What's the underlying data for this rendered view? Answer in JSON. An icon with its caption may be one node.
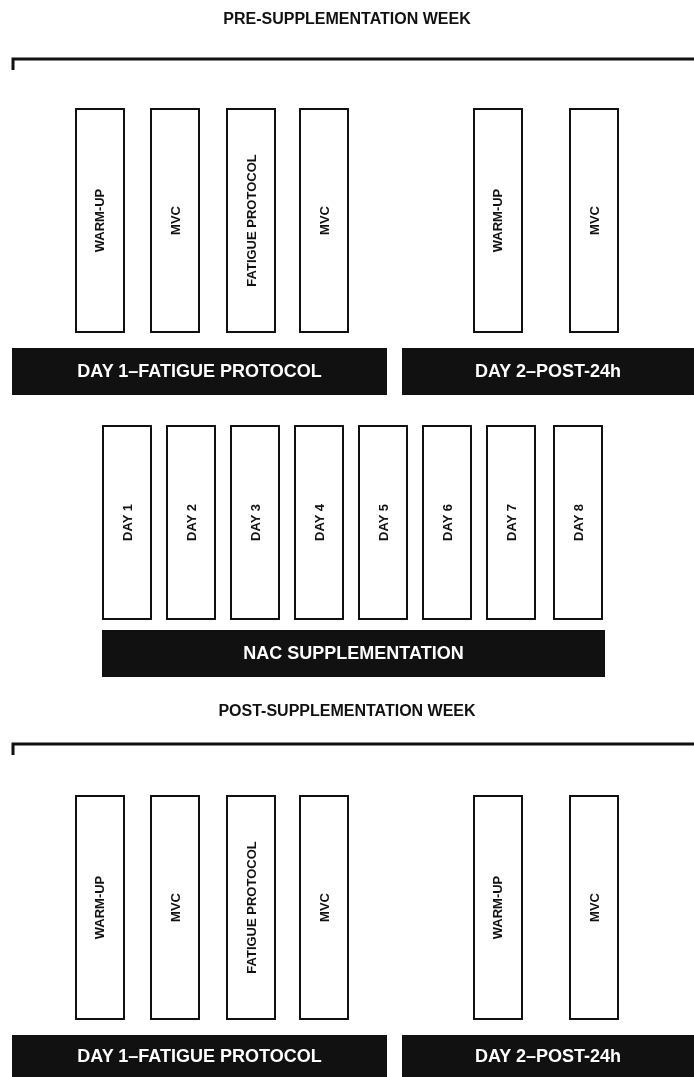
{
  "diagram": {
    "nodes": [
      {
        "text": [
          "WARM-UP"
        ]
      },
      {
        "text": [
          "MVC"
        ]
      },
      {
        "text": [
          "FATIGUE PROTOCOL"
        ]
      },
      {
        "text": [
          "MVC"
        ]
      },
      {
        "text": [
          "WARM-UP"
        ]
      },
      {
        "text": [
          "MVC"
        ]
      },
      {
        "text": [
          "DAY 1–FATIGUE PROTOCOL"
        ]
      },
      {
        "text": [
          "DAY 2–POST-24h"
        ]
      },
      {
        "text": [
          "DAY 1"
        ]
      },
      {
        "text": [
          "DAY 2"
        ]
      },
      {
        "text": [
          "DAY 3"
        ]
      },
      {
        "text": [
          "DAY 4"
        ]
      },
      {
        "text": [
          "DAY 5"
        ]
      },
      {
        "text": [
          "DAY 6"
        ]
      },
      {
        "text": [
          "DAY 7"
        ]
      },
      {
        "text": [
          "DAY 8"
        ]
      },
      {
        "text": [
          "NAC SUPPLEMENTATION"
        ]
      },
      {
        "text": [
          "WARM-UP"
        ]
      },
      {
        "text": [
          "MVC"
        ]
      },
      {
        "text": [
          "FATIGUE PROTOCOL"
        ]
      },
      {
        "text": [
          "MVC"
        ]
      },
      {
        "text": [
          "WARM-UP"
        ]
      },
      {
        "text": [
          "MVC"
        ]
      },
      {
        "text": [
          "DAY 1–FATIGUE PROTOCOL"
        ]
      },
      {
        "text": [
          "DAY 2–POST-24h"
        ]
      }
    ],
    "edges": [],
    "labels": [
      "PRE-SUPPLEMENTATION WEEK",
      "POST-SUPPLEMENTATION WEEK"
    ]
  }
}
